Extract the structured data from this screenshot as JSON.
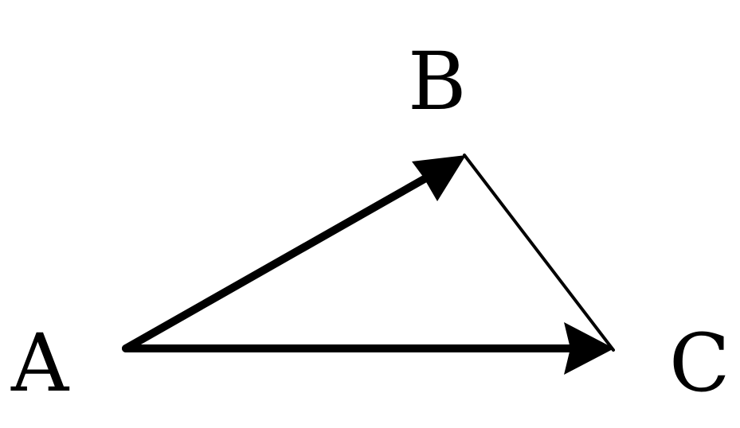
{
  "points": {
    "a": {
      "label": "A"
    },
    "b": {
      "label": "B"
    },
    "c": {
      "label": "C"
    }
  },
  "colors": {
    "stroke": "#000000",
    "background": "#ffffff"
  }
}
